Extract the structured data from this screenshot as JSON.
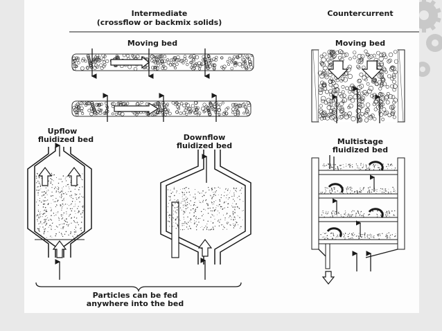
{
  "headers": {
    "intermediate": "Intermediate",
    "intermediate_sub": "(crossflow or backmix solids)",
    "countercurrent": "Countercurrent"
  },
  "labels": {
    "moving_bed_left": "Moving bed",
    "moving_bed_right": "Moving bed",
    "upflow_line1": "Upflow",
    "upflow_line2": "fluidized bed",
    "downflow_line1": "Downflow",
    "downflow_line2": "fluidized bed",
    "multistage_line1": "Multistage",
    "multistage_line2": "fluidized bed",
    "caption_line1": "Particles can be fed",
    "caption_line2": "anywhere into the bed"
  },
  "colors": {
    "background": "#e9e9e9",
    "slide": "#fdfdfd",
    "ink": "#1a1a1a",
    "gear": "#c8c8c8"
  }
}
